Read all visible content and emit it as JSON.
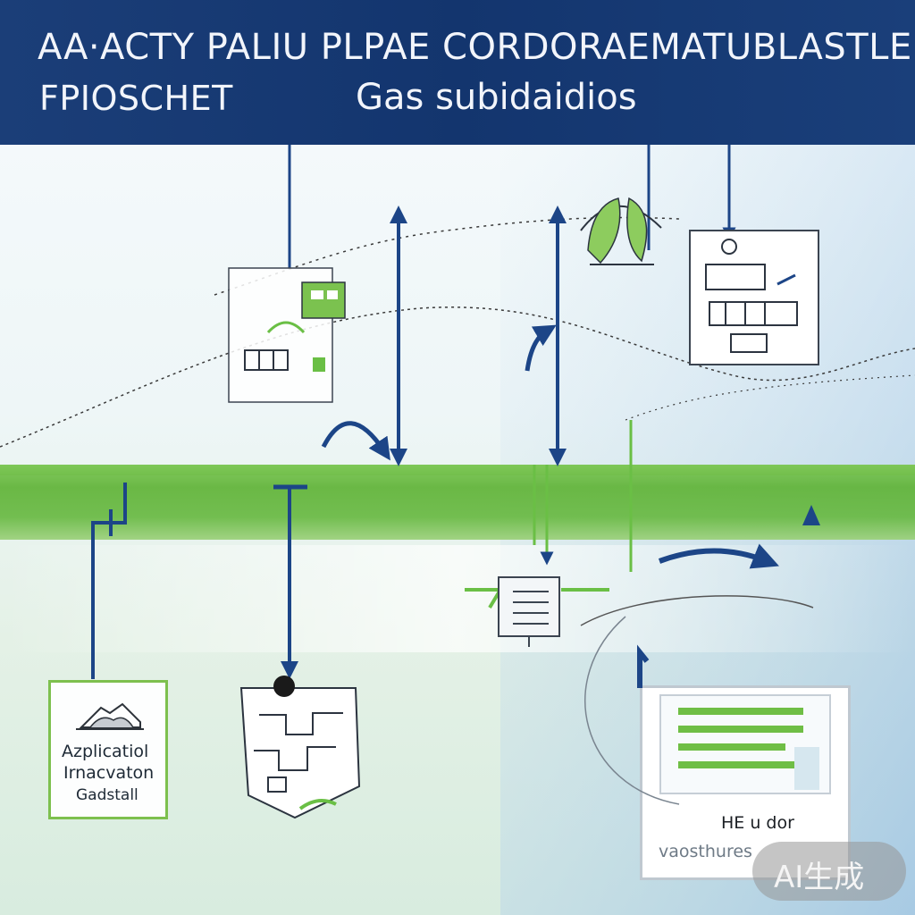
{
  "header": {
    "title_line_1": "AA·ACTY PALIU PLPAE CORDORAEMATUBLASTLE",
    "title_line_2": "FPIOSCHET",
    "title_line_3": "Gas subidaidios"
  },
  "cards": {
    "application": {
      "line_1": "Azplicatiol",
      "line_2": "Irnacvaton",
      "line_3": "Gadstall"
    },
    "document": {
      "line_1": "HE u dor",
      "line_2": "vaosthures"
    }
  },
  "watermark": {
    "text": "AI生成"
  },
  "colors": {
    "navy": "#13356e",
    "green": "#62b43a",
    "card_border_green": "#7dc04e"
  },
  "icons": [
    "building-icon",
    "leaf-building-icon",
    "table-sheet-icon",
    "map-sheet-icon",
    "server-icon",
    "document-icon",
    "house-icon"
  ]
}
